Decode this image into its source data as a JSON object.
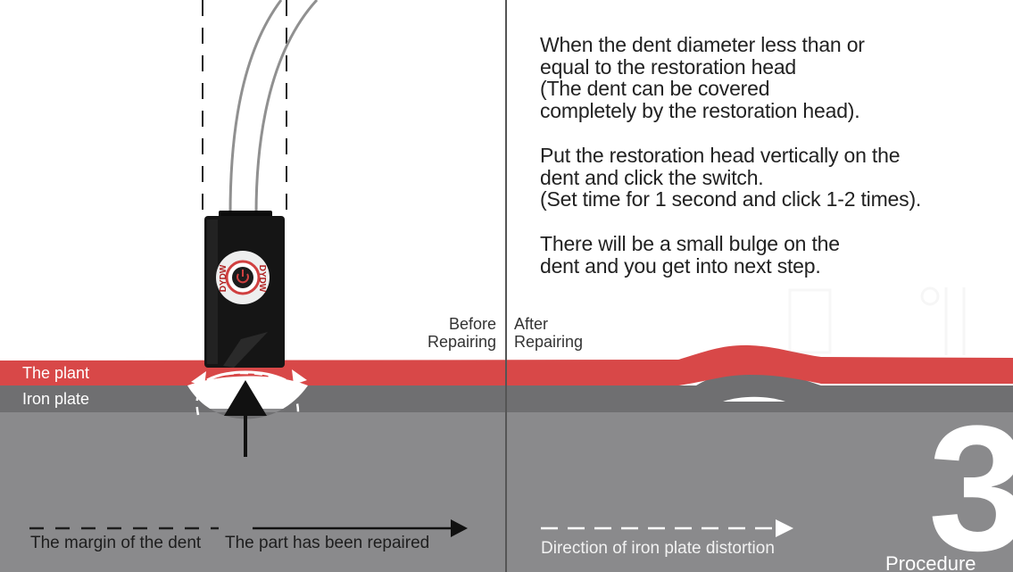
{
  "instructions": [
    "When the dent diameter less than or\nequal to the restoration head\n(The dent can be covered\ncompletely by the restoration head).",
    "Put the restoration head vertically on the\ndent and click the switch.\n(Set time for 1 second and click 1-2 times).",
    "There will be a small bulge on the\ndent and you get into next step."
  ],
  "labels": {
    "before": "Before\nRepairing",
    "after": "After\nRepairing",
    "plant": "The plant",
    "iron_plate": "Iron plate"
  },
  "legend": {
    "margin": "The margin of the dent",
    "repaired": "The part has been repaired",
    "distortion": "Direction of iron plate distortion"
  },
  "device_label": "DYDW",
  "step": {
    "number": "3",
    "label": "Procedure"
  },
  "colors": {
    "plant_red": "#d84848",
    "iron_gray": "#6f6f71",
    "ground_gray": "#8a8a8c",
    "device_black": "#151515"
  }
}
